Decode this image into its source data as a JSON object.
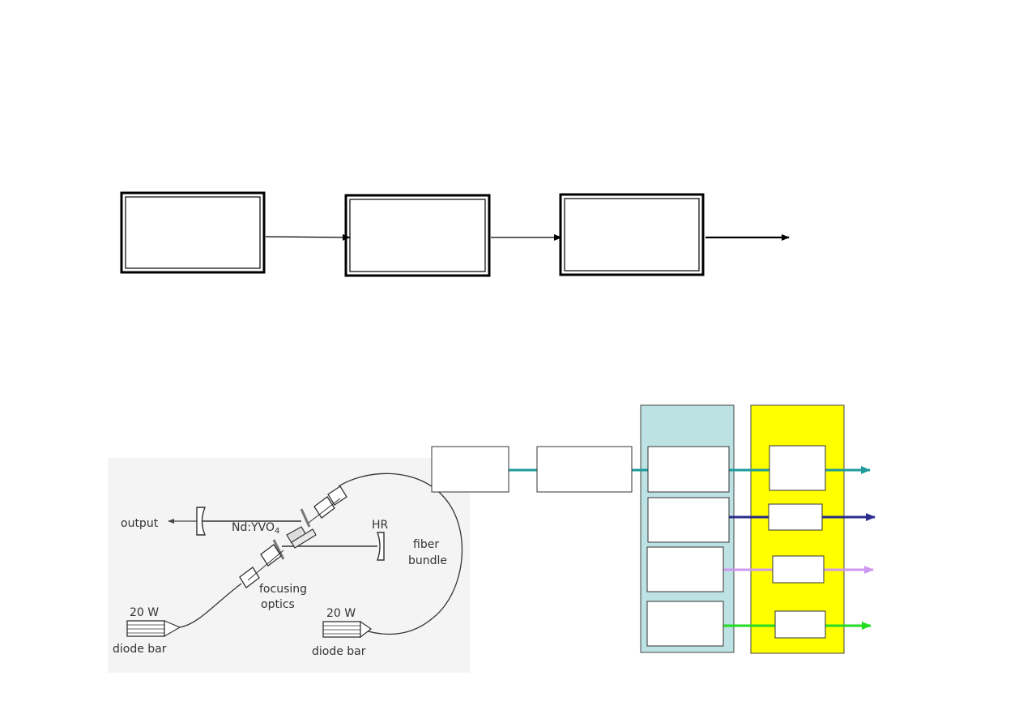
{
  "labels": {
    "output": "output",
    "crystal_main": "Nd:YVO",
    "crystal_sub": "4",
    "hr": "HR",
    "fiber_line1": "fiber",
    "fiber_line2": "bundle",
    "focusing_line1": "focusing",
    "focusing_line2": "optics",
    "power_left": "20 W",
    "diode_left": "diode bar",
    "power_right": "20 W",
    "diode_right": "diode bar"
  },
  "colors": {
    "teal_column": "#bde2e3",
    "yellow_column": "#ffff00",
    "line_teal": "#1d9b9b",
    "line_navy": "#2c2c8c",
    "line_lilac": "#cc99ee",
    "line_green": "#22dd22",
    "ink": "#000000"
  }
}
